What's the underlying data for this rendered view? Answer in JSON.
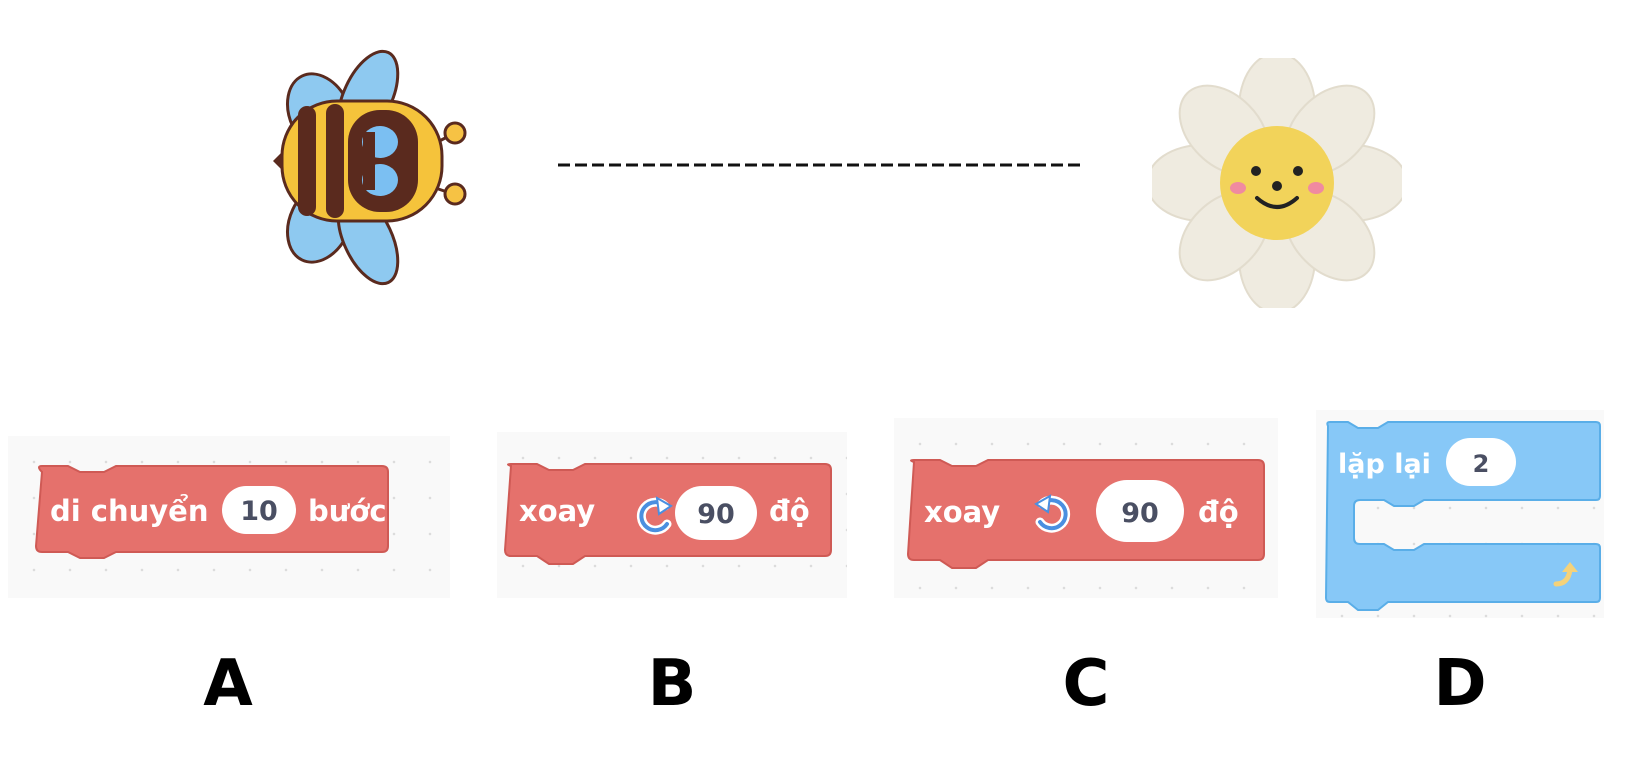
{
  "blocks": {
    "a": {
      "label_before": "di chuyển",
      "value": "10",
      "label_after": "bước"
    },
    "b": {
      "label_before": "xoay",
      "icon": "rotate-clockwise-icon",
      "value": "90",
      "label_after": "độ"
    },
    "c": {
      "label_before": "xoay",
      "icon": "rotate-counterclockwise-icon",
      "value": "90",
      "label_after": "độ"
    },
    "d": {
      "label": "lặp lại",
      "value": "2",
      "icon": "repeat-arrow-icon"
    }
  },
  "options": [
    "A",
    "B",
    "C",
    "D"
  ],
  "colors": {
    "motion_block": "#e5716c",
    "motion_border": "#cf5a55",
    "control_block": "#87c8f7",
    "control_border": "#5aaee8",
    "panel_bg": "#f9f9f9"
  }
}
